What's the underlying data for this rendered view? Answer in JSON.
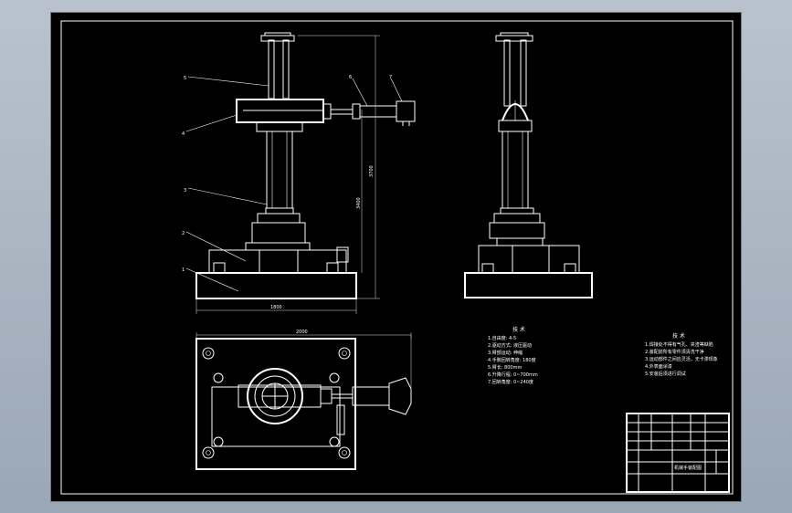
{
  "drawing": {
    "balloons": [
      "1",
      "2",
      "3",
      "4",
      "5",
      "6",
      "7"
    ],
    "dim_base_width": "1800",
    "dim_height": "3700",
    "dim_height2": "3400",
    "dim_plan_width": "2000",
    "params_title": "技 术",
    "params": [
      "1.自由度: 4-5",
      "2.驱动方式: 液压驱动",
      "3.臂部运动: 伸缩",
      "4.手腕回转角度: 180度",
      "5.臂长: 800mm",
      "6.升降行程: 0~700mm",
      "7.回转角度: 0~240度"
    ],
    "req_title": "技 术",
    "reqs": [
      "1.焊接处不得有气孔、夹渣等缺陷",
      "2.装配前所有零件须清洗干净",
      "3.运动部件之间应灵活，无卡滞现象",
      "4.外表面涂漆",
      "5.安装后须进行调试"
    ],
    "title_block_name": "机械手装配图"
  }
}
